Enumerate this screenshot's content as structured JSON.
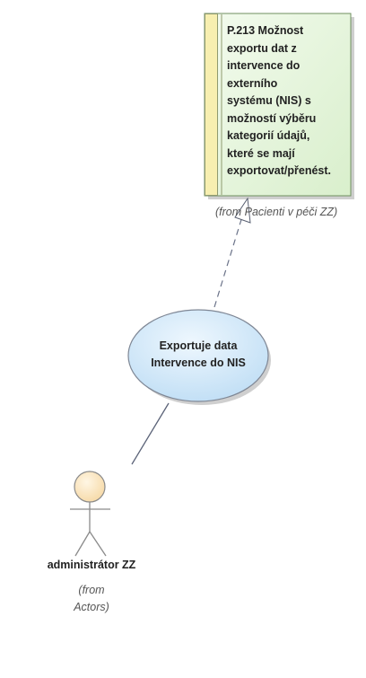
{
  "requirement": {
    "lines": [
      "P.213  Možnost",
      "exportu dat z",
      "intervence do",
      "externího",
      "systému (NIS) s",
      "možností výběru",
      "kategorií údajů,",
      "které se mají",
      "exportovat/přenést."
    ],
    "from_text": "(from Pacienti v péči ZZ)",
    "colors": {
      "fill": "#e6f5dc",
      "border": "#6f8f5f",
      "stripe": "#f7efb0"
    }
  },
  "use_case": {
    "lines": [
      "Exportuje data",
      "Intervence do NIS"
    ],
    "colors": {
      "fill": "#d3e8f8",
      "border": "#7f8795"
    }
  },
  "actor": {
    "name": "administrátor ZZ",
    "from_lines": [
      "(from",
      "Actors)"
    ],
    "icon": "stick-figure-icon",
    "colors": {
      "head_fill": "#fde7c0",
      "stroke": "#8a8a8a"
    }
  },
  "relations": [
    {
      "type": "realization",
      "style": "dashed-with-hollow-triangle",
      "from": "use_case",
      "to": "requirement"
    },
    {
      "type": "association",
      "style": "solid",
      "from": "actor",
      "to": "use_case"
    }
  ]
}
